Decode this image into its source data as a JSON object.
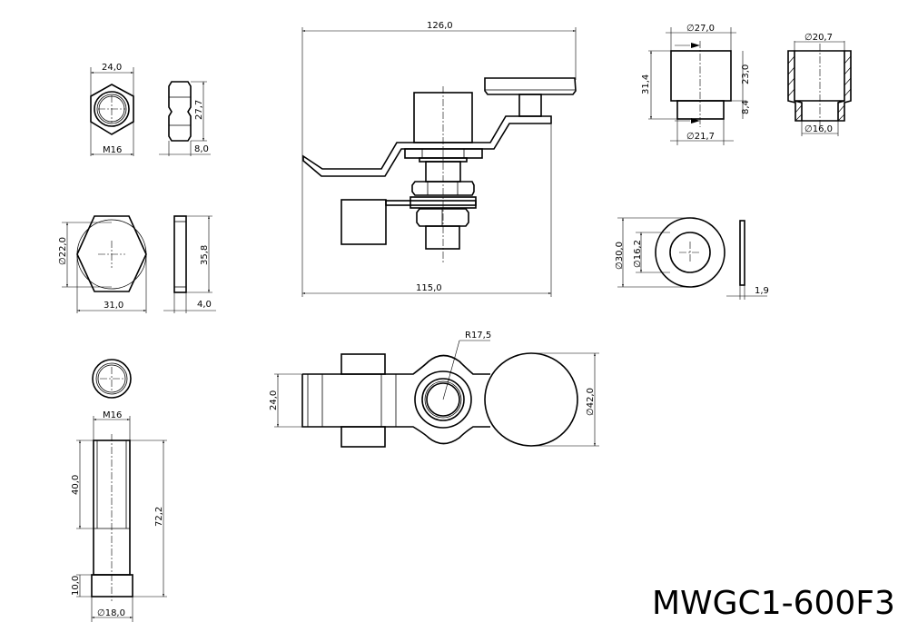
{
  "title": "MWGC1-600F3",
  "dims": {
    "nut_small_width": "24,0",
    "nut_small_thread": "M16",
    "nut_small_height": "27,7",
    "nut_small_thick": "8,0",
    "nut_big_inner": "∅22,0",
    "nut_big_width": "31,0",
    "washer_big_height": "35,8",
    "washer_big_thick": "4,0",
    "assembly_width": "126,0",
    "assembly_base": "115,0",
    "bushing_outer": "∅27,0",
    "bushing_height": "31,4",
    "bushing_upper": "23,0",
    "bushing_lower": "8,4",
    "bushing_step": "∅21,7",
    "section_top": "∅20,7",
    "section_bottom": "∅16,0",
    "washer_outer": "∅30,0",
    "washer_inner": "∅16,2",
    "washer_thick": "1,9",
    "lever_radius": "R17,5",
    "lever_width": "24,0",
    "disc_diameter": "∅42,0",
    "bolt_thread": "M16",
    "bolt_thread_len": "40,0",
    "bolt_total": "72,2",
    "bolt_head": "10,0",
    "bolt_head_dia": "∅18,0"
  }
}
